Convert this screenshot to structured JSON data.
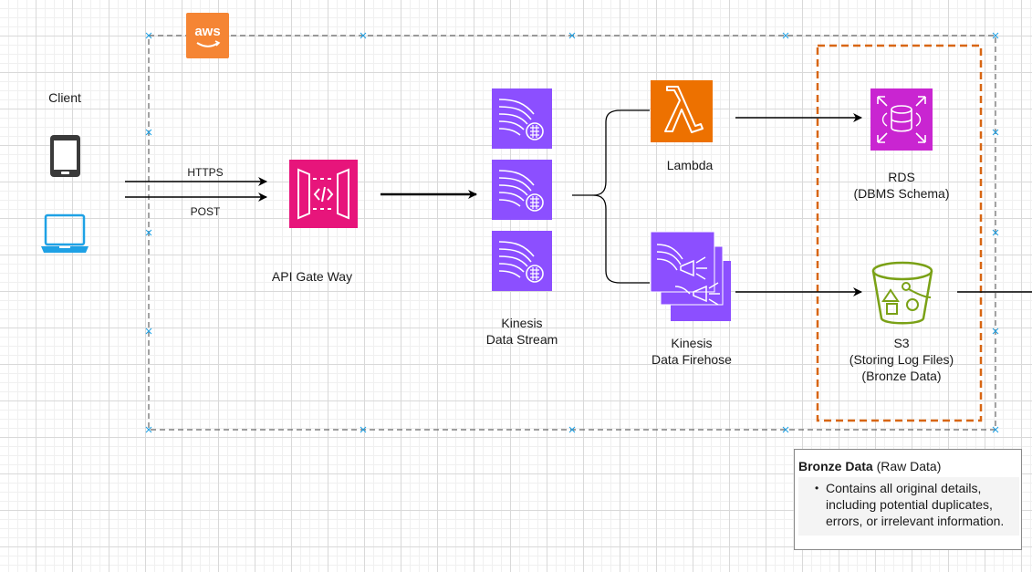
{
  "diagram": {
    "aws_logo_text": "aws",
    "client": {
      "label": "Client",
      "devices": [
        "tablet-icon",
        "laptop-icon"
      ]
    },
    "connections": {
      "https_label": "HTTPS",
      "post_label": "POST"
    },
    "api_gateway": {
      "label": "API Gate Way",
      "icon": "api-gateway-icon",
      "color": "#e7157b"
    },
    "kinesis_stream": {
      "label_line1": "Kinesis",
      "label_line2": "Data Stream",
      "icon": "kinesis-data-stream-icon",
      "color": "#8c4fff"
    },
    "lambda": {
      "label": "Lambda",
      "icon": "lambda-icon",
      "color": "#ed7100"
    },
    "firehose": {
      "label_line1": "Kinesis",
      "label_line2": "Data Firehose",
      "icon": "kinesis-firehose-icon",
      "color": "#8c4fff"
    },
    "rds": {
      "label_line1": "RDS",
      "label_line2": "(DBMS Schema)",
      "icon": "rds-icon",
      "color": "#c925d1"
    },
    "s3": {
      "label_line1": "S3",
      "label_line2": "(Storing Log Files)",
      "label_line3": "(Bronze Data)",
      "icon": "s3-bucket-icon",
      "color": "#7aa116"
    },
    "note": {
      "title_bold": "Bronze Data",
      "title_rest": " (Raw Data)",
      "bullet_lines": [
        "Contains all original details,",
        "including potential duplicates,",
        "errors, or irrelevant information."
      ]
    },
    "colors": {
      "aws_orange": "#f58534",
      "group_border": "#d86613",
      "client_device_laptop": "#1ea1e5",
      "client_device_tablet": "#3a3a3a"
    }
  }
}
